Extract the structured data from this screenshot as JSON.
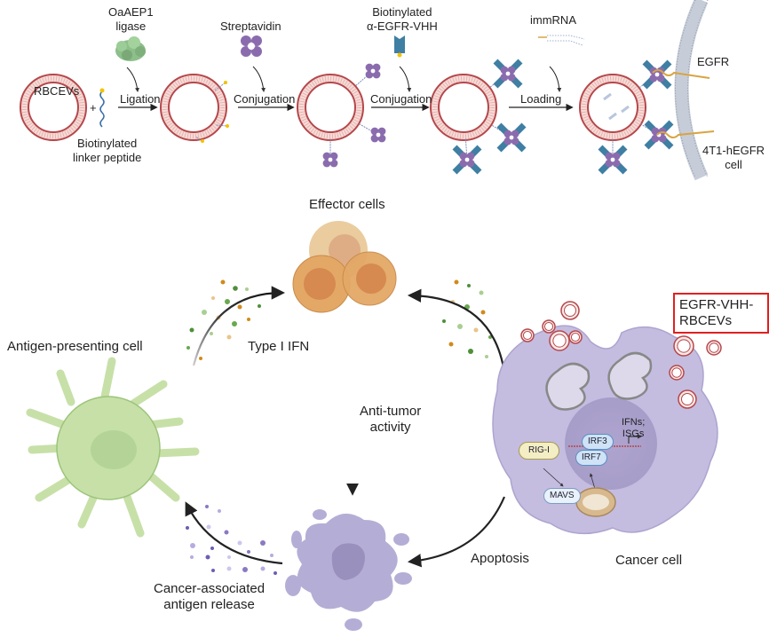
{
  "top_flow": {
    "reagents": {
      "ligase": "OaAEP1\nligase",
      "streptavidin": "Streptavidin",
      "vhh": "Biotinylated\nα-EGFR-VHH",
      "rna": "immRNA"
    },
    "start_label": "RBCEVs",
    "linker_label": "Biotinylated\nlinker peptide",
    "plus": "+",
    "steps": [
      "Ligation",
      "Conjugation",
      "Conjugation",
      "Loading"
    ],
    "target": {
      "receptor_label": "EGFR",
      "cell_label": "4T1-hEGFR\ncell"
    }
  },
  "cycle": {
    "effector_label": "Effector cells",
    "apc_label": "Antigen-presenting cell",
    "ifn_label": "Type I IFN",
    "antitumor_label": "Anti-tumor\nactivity",
    "apoptosis_label": "Apoptosis",
    "antigen_release_label": "Cancer-associated\nantigen release",
    "cancer_label": "Cancer cell",
    "badge_label": "EGFR-VHH-RBCEVs",
    "pathway": {
      "rig": "RIG-I",
      "mavs": "MAVS",
      "irf3": "IRF3",
      "irf7": "IRF7",
      "genes": "IFNs;\nISGs"
    }
  },
  "colors": {
    "membrane": "#b5474b",
    "membrane_fill": "#f7dcd8",
    "streptavidin": "#8a6cae",
    "vhh": "#3f7fa3",
    "biotin": "#f2c300",
    "egfr": "#d9a441",
    "effector": "#e3a866",
    "apc": "#c7e0a8",
    "cancer": "#c4bde0",
    "apoptotic": "#b4aed6",
    "badge_border": "#e02020"
  }
}
